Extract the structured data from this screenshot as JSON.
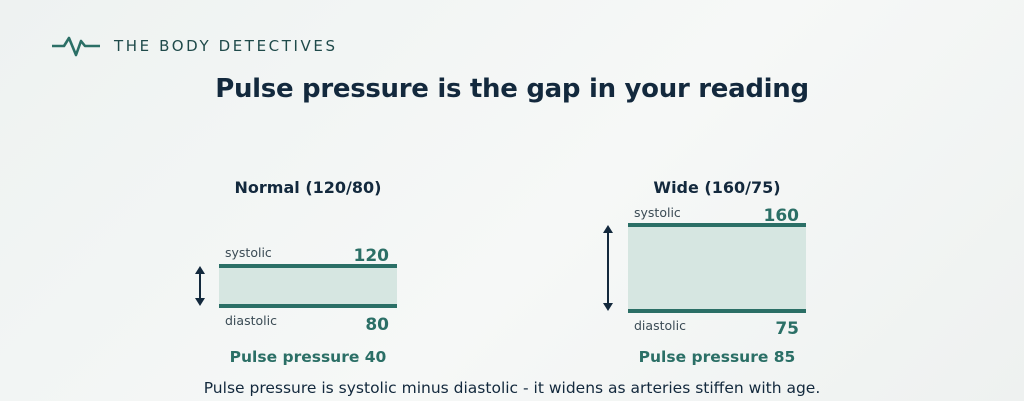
{
  "brand": {
    "name": "THE BODY DETECTIVES",
    "icon": "heartbeat-pulse-icon"
  },
  "title": "Pulse pressure is the gap in your reading",
  "panels": [
    {
      "heading": "Normal (120/80)",
      "systolic_label": "systolic",
      "systolic_value": "120",
      "diastolic_label": "diastolic",
      "diastolic_value": "80",
      "pulse_pressure_text": "Pulse pressure 40",
      "systolic": 120,
      "diastolic": 80,
      "pulse_pressure": 40
    },
    {
      "heading": "Wide (160/75)",
      "systolic_label": "systolic",
      "systolic_value": "160",
      "diastolic_label": "diastolic",
      "diastolic_value": "75",
      "pulse_pressure_text": "Pulse pressure 85",
      "systolic": 160,
      "diastolic": 75,
      "pulse_pressure": 85
    }
  ],
  "caption": "Pulse pressure is systolic minus diastolic - it widens as arteries stiffen with age.",
  "colors": {
    "accent": "#2b6f66",
    "band_fill": "#d6e6e1",
    "text_dark": "#13293d"
  }
}
